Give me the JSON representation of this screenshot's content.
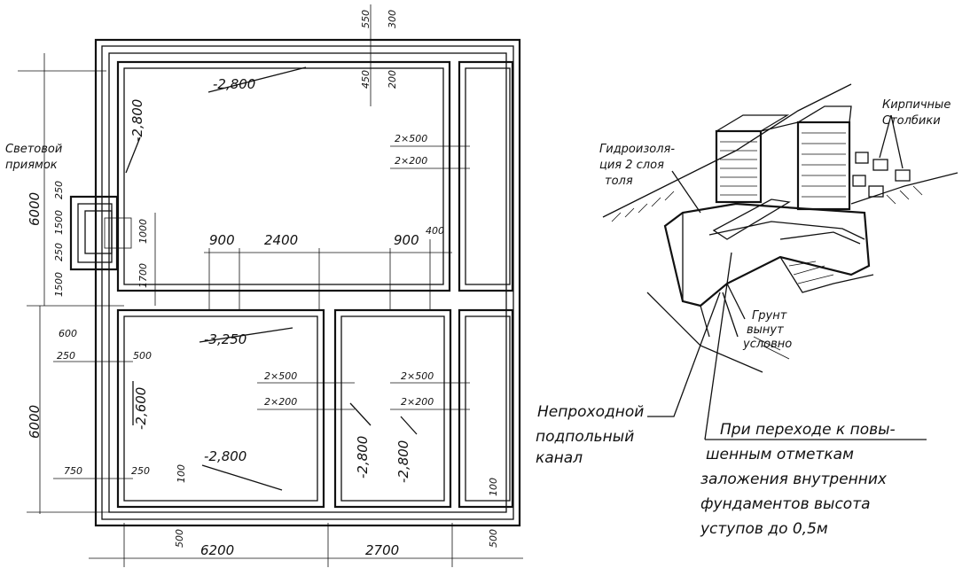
{
  "plan": {
    "dims_top": [
      "550",
      "300"
    ],
    "dims_right_upper": [
      "450",
      "200"
    ],
    "elev_main_room": "-2,800",
    "elev_left_wall": "-2,800",
    "light_pit_label_1": "Световой",
    "light_pit_label_2": "приямок",
    "left_dims": [
      "6000",
      "250",
      "1500",
      "250",
      "1500"
    ],
    "pit_dims": [
      "1000",
      "1700"
    ],
    "dims_middle": [
      "900",
      "2400",
      "900",
      "400"
    ],
    "wall_right_1": [
      "2×500",
      "2×200"
    ],
    "elev_corridor": "-3,250",
    "dims_600": "600",
    "dims_250": "250",
    "dims_500": "500",
    "wall_mid": [
      "2×500",
      "2×200"
    ],
    "wall_mid_right": [
      "2×500",
      "2×200"
    ],
    "elev_lower_left": "-2,600",
    "elev_lower_mid": "-2,800",
    "elev_lower_right": "-2,800",
    "elev_bottom": "-2,800",
    "left_dim_6000": "6000",
    "dims_750": "750",
    "dims_250b": "250",
    "dims_100": "100",
    "dims_bottom": [
      "500",
      "6200",
      "2700",
      "500"
    ],
    "dims_right_lower": "100"
  },
  "iso": {
    "waterproof_1": "Гидроизоля-",
    "waterproof_2": "ция 2 слоя",
    "waterproof_3": "толя",
    "brick_1": "Кирпичные",
    "brick_2": "Столбики",
    "soil_1": "Грунт",
    "soil_2": "вынут",
    "soil_3": "условно",
    "canal_1": "Непроходной",
    "canal_2": "подпольный",
    "canal_3": "канал",
    "note_1": "При переходе к повы-",
    "note_2": "шенным отметкам",
    "note_3": "заложения внутренних",
    "note_4": "фундаментов высота",
    "note_5": "уступов  до 0,5м"
  }
}
